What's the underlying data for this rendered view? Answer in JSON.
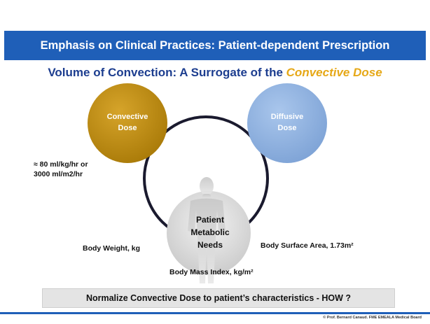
{
  "slide": {
    "banner_title": "Emphasis on Clinical Practices: Patient-dependent Prescription",
    "subtitle_main": "Volume of Convection: A Surrogate of the ",
    "subtitle_accent": "Convective Dose",
    "convective_dose_line1": "Convective",
    "convective_dose_line2": "Dose",
    "diffusive_dose_line1": "Diffusive",
    "diffusive_dose_line2": "Dose",
    "left_note_line1": "≈ 80 ml/kg/hr or",
    "left_note_line2": "3000 ml/m2/hr",
    "center_line1": "Patient",
    "center_line2": "Metabolic",
    "center_line3": "Needs",
    "body_weight": "Body Weight, kg",
    "body_surface_area": "Body Surface Area, 1.73m²",
    "body_mass_index": "Body Mass Index, kg/m²",
    "bottom_question": "Normalize Convective Dose to patient’s characteristics - HOW ?",
    "copyright": "© Prof. Bernard Canaud. FME EMEALA Medical Board"
  },
  "colors": {
    "banner": "#1f5fb8",
    "subtitle": "#1c3d8f",
    "accent": "#e6a817",
    "convective_circle": "#b8860b",
    "diffusive_circle": "#8fb2e0",
    "ring": "#1a1a2e"
  }
}
